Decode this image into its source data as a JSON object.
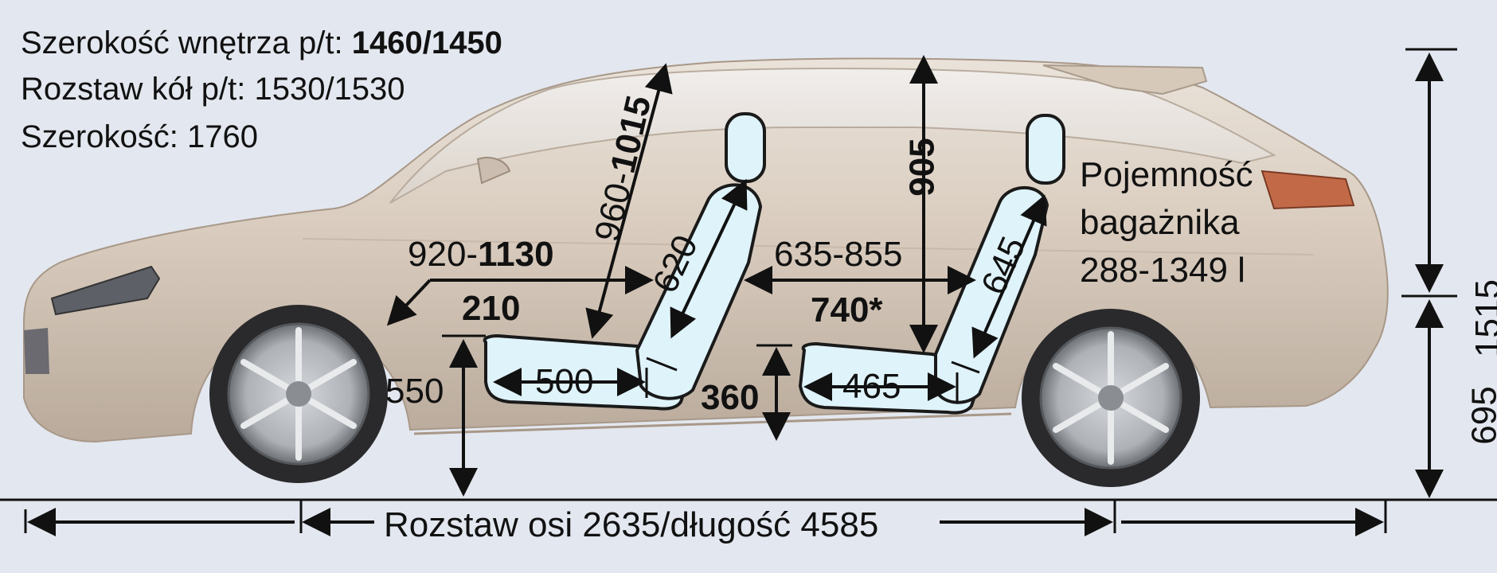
{
  "specs": {
    "interior_width_label": "Szerokość wnętrza p/t:",
    "interior_width_value": "1460/1450",
    "track_label": "Rozstaw kół p/t:",
    "track_value": "1530/1530",
    "width_label": "Szerokość:",
    "width_value": "1760"
  },
  "trunk": {
    "line1": "Pojemność",
    "line2": "bagażnika",
    "line3": "288-1349 l"
  },
  "front": {
    "legroom_min": "920-",
    "legroom_max": "1130",
    "step": "210",
    "seat_height": "550",
    "cushion": "500",
    "backrest": "620",
    "headroom_min": "960-",
    "headroom_max": "1015"
  },
  "rear": {
    "legroom_range": "635-855",
    "legroom_bold": "740*",
    "headroom": "905",
    "cushion": "465",
    "backrest": "645",
    "seat_height": "360"
  },
  "exterior": {
    "wheelbase_length": "Rozstaw osi 2635/długość 4585",
    "height_total": "1515",
    "height_lower": "695"
  },
  "colors": {
    "background": "#e3e7ef",
    "car_body": "#d8cbbd",
    "seat_fill": "#dff3fa",
    "seat_stroke": "#1a1a1a",
    "arrow": "#111111"
  }
}
